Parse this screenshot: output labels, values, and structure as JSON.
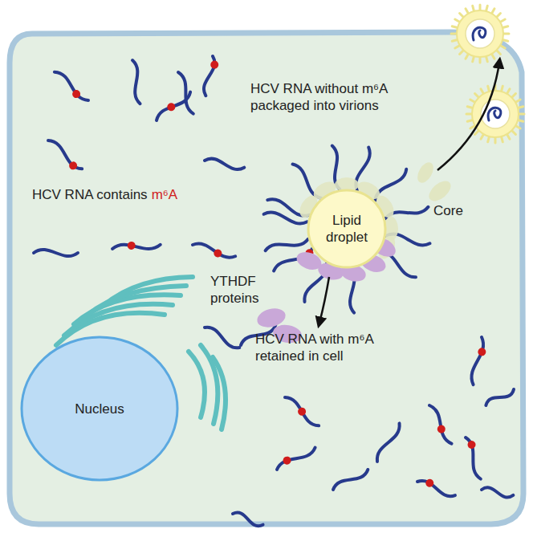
{
  "diagram": {
    "nodes": [
      {
        "text": [
          "Lipid droplet"
        ]
      },
      {
        "text": [
          "Nucleus"
        ]
      }
    ],
    "labels": [
      "HCV RNA contains",
      "m⁶A",
      "HCV RNA without m⁶A packaged into virions",
      "Core",
      "YTHDF proteins",
      "HCV RNA with m⁶A retained in cell"
    ]
  }
}
